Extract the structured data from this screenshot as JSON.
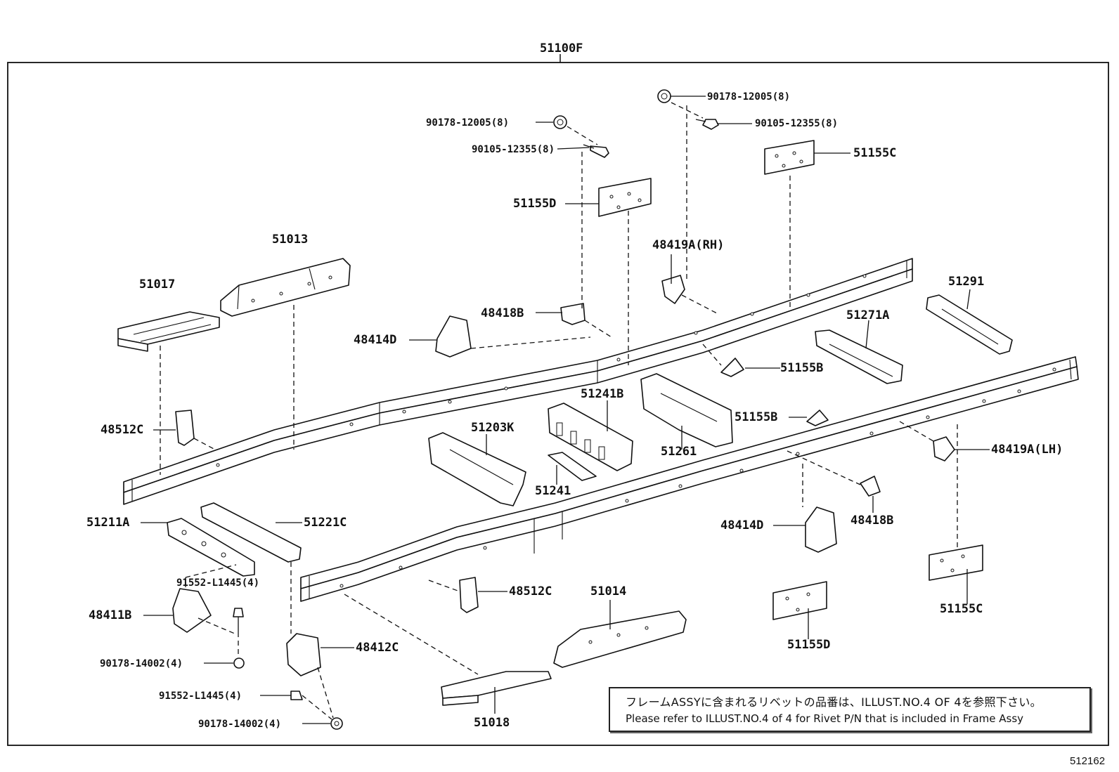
{
  "diagram": {
    "assembly_label": "51100F",
    "figure_id": "512162",
    "note": {
      "japanese": "フレームASSYに含まれるリベットの品番は、ILLUST.NO.4 OF 4を参照下さい。",
      "english": "Please refer to ILLUST.NO.4 of 4 for Rivet P/N that is included in Frame Assy"
    },
    "labels": {
      "nut_rh_top": "90178-12005(8)",
      "bolt_rh_top": "90105-12355(8)",
      "nut_lh_top": "90178-12005(8)",
      "bolt_lh_top": "90105-12355(8)",
      "plate_51155C_top": "51155C",
      "plate_51155D_top": "51155D",
      "bracket_48419A_rh": "48419A(RH)",
      "member_51013": "51013",
      "member_51017": "51017",
      "bracket_48418B_top": "48418B",
      "bracket_48414D_top": "48414D",
      "member_51291": "51291",
      "member_51271A": "51271A",
      "gusset_51155B_top": "51155B",
      "member_51241B": "51241B",
      "member_51203K": "51203K",
      "gusset_51155B_mid": "51155B",
      "bracket_48512C_left": "48512C",
      "member_51261": "51261",
      "bracket_48419A_lh": "48419A(LH)",
      "plate_51241": "51241",
      "member_51211A": "51211A",
      "member_51221C": "51221C",
      "bracket_48414D_bottom": "48414D",
      "bracket_48418B_bottom": "48418B",
      "bolt_91552_top": "91552-L1445(4)",
      "bracket_48512C_right": "48512C",
      "member_51014": "51014",
      "bracket_48411B": "48411B",
      "plate_51155C_bottom": "51155C",
      "nut_90178_14002_top": "90178-14002(4)",
      "bracket_48412C": "48412C",
      "plate_51155D_bottom": "51155D",
      "bolt_91552_bottom": "91552-L1445(4)",
      "nut_90178_14002_bottom": "90178-14002(4)",
      "member_51018": "51018"
    }
  }
}
